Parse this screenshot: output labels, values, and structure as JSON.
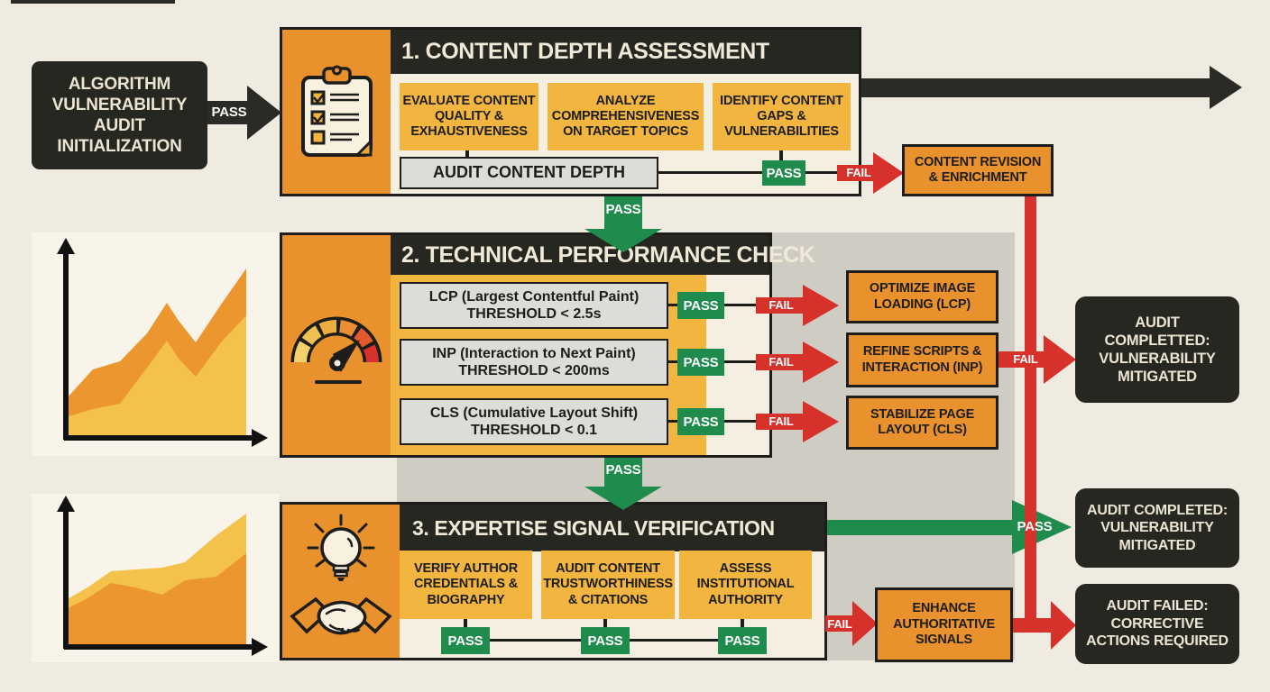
{
  "palette": {
    "background": "#efebe0",
    "dark": "#272722",
    "orange": "#e8912d",
    "amber": "#f2b53f",
    "green": "#1f8b4d",
    "red": "#d7312c",
    "gray_box": "#dcdcd8",
    "backdrop_gray": "#cfccc4",
    "cream_text": "#f0e9d7"
  },
  "start": {
    "label": "ALGORITHM VULNERABILITY AUDIT INITIALIZATION",
    "arrow_label": "PASS"
  },
  "stage1": {
    "title": "1. CONTENT DEPTH ASSESSMENT",
    "tasks": [
      "EVALUATE CONTENT QUALITY & EXHAUSTIVENESS",
      "ANALYZE COMPREHENSIVENESS ON TARGET TOPICS",
      "IDENTIFY CONTENT GAPS & VULNERABILITIES"
    ],
    "action": "AUDIT CONTENT DEPTH",
    "pass_label": "PASS",
    "fail_label": "FAIL",
    "fail_action": "CONTENT REVISION & ENRICHMENT",
    "pass_arrow_label": "PASS"
  },
  "stage2": {
    "title": "2. TECHNICAL PERFORMANCE CHECK",
    "checks": [
      {
        "metric": "LCP (Largest Contentful Paint)",
        "threshold": "THRESHOLD < 2.5s",
        "pass_label": "PASS",
        "fail_label": "FAIL",
        "remediation": "OPTIMIZE IMAGE LOADING (LCP)"
      },
      {
        "metric": "INP (Interaction to Next Paint)",
        "threshold": "THRESHOLD < 200ms",
        "pass_label": "PASS",
        "fail_label": "FAIL",
        "remediation": "REFINE SCRIPTS & INTERACTION (INP)"
      },
      {
        "metric": "CLS (Cumulative Layout Shift)",
        "threshold": "THRESHOLD < 0.1",
        "pass_label": "PASS",
        "fail_label": "FAIL",
        "remediation": "STABILIZE PAGE LAYOUT (CLS)"
      }
    ],
    "fail_label": "FAIL",
    "fail_outcome": "AUDIT COMPLETTED: VULNERABILITY MITIGATED",
    "pass_arrow_label": "PASS"
  },
  "stage3": {
    "title": "3. EXPERTISE SIGNAL VERIFICATION",
    "tasks": [
      "VERIFY AUTHOR CREDENTIALS & BIOGRAPHY",
      "AUDIT CONTENT TRUSTWORTHINESS & CITATIONS",
      "ASSESS INSTITUTIONAL AUTHORITY"
    ],
    "pass_labels": [
      "PASS",
      "PASS",
      "PASS"
    ],
    "pass_arrow_label": "PASS",
    "pass_outcome": "AUDIT COMPLETED: VULNERABILITY MITIGATED",
    "fail_label": "FAIL",
    "fail_action": "ENHANCE AUTHORITATIVE SIGNALS",
    "fail_outcome": "AUDIT FAILED: CORRECTIVE ACTIONS REQUIRED"
  }
}
